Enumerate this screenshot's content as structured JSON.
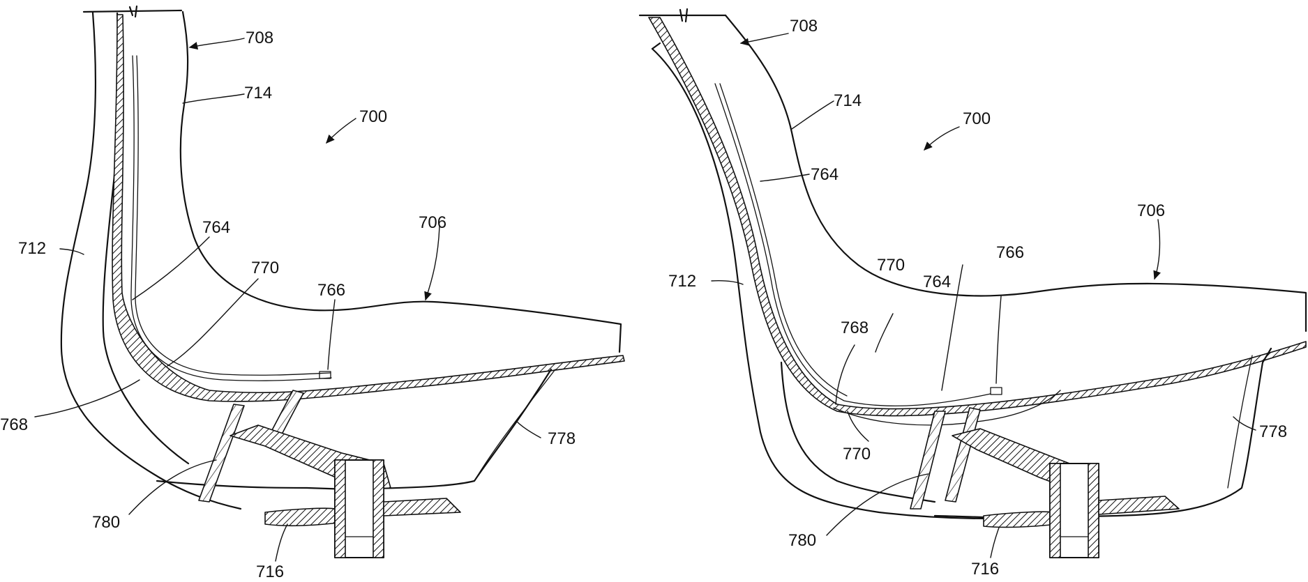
{
  "views": [
    {
      "labels": {
        "l700": "700",
        "l708": "708",
        "l714": "714",
        "l712": "712",
        "l764": "764",
        "l706": "706",
        "l770": "770",
        "l766": "766",
        "l768": "768",
        "l778": "778",
        "l780": "780",
        "l716": "716"
      }
    },
    {
      "labels": {
        "l700": "700",
        "l708": "708",
        "l714": "714",
        "l764a": "764",
        "l706": "706",
        "l712": "712",
        "l770a": "770",
        "l766": "766",
        "l764b": "764",
        "l768": "768",
        "l778": "778",
        "l770b": "770",
        "l780": "780",
        "l716": "716"
      }
    }
  ]
}
